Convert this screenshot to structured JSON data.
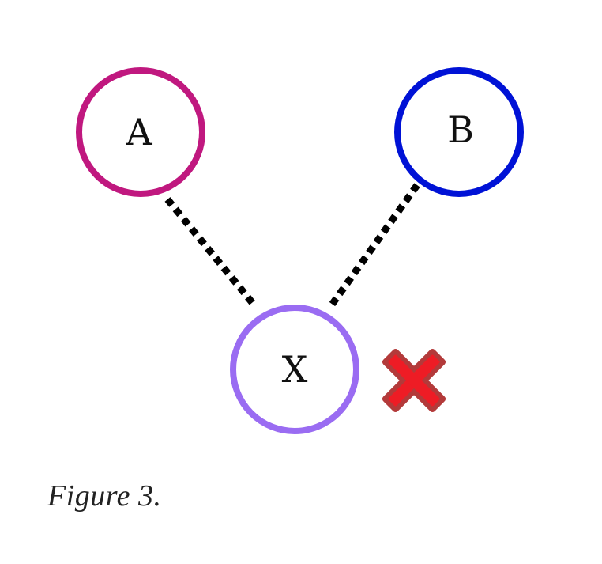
{
  "nodes": {
    "a": {
      "label": "A",
      "color": "#c0187f"
    },
    "b": {
      "label": "B",
      "color": "#0012d6"
    },
    "x": {
      "label": "X",
      "color": "#9a6cf2"
    }
  },
  "edges": [
    {
      "from": "a",
      "to": "x",
      "style": "dotted"
    },
    {
      "from": "b",
      "to": "x",
      "style": "dotted"
    }
  ],
  "cross_mark": {
    "icon": "cross-icon",
    "fill": "#ee1c25",
    "outline": "#b33a3a"
  },
  "caption": "Figure 3."
}
